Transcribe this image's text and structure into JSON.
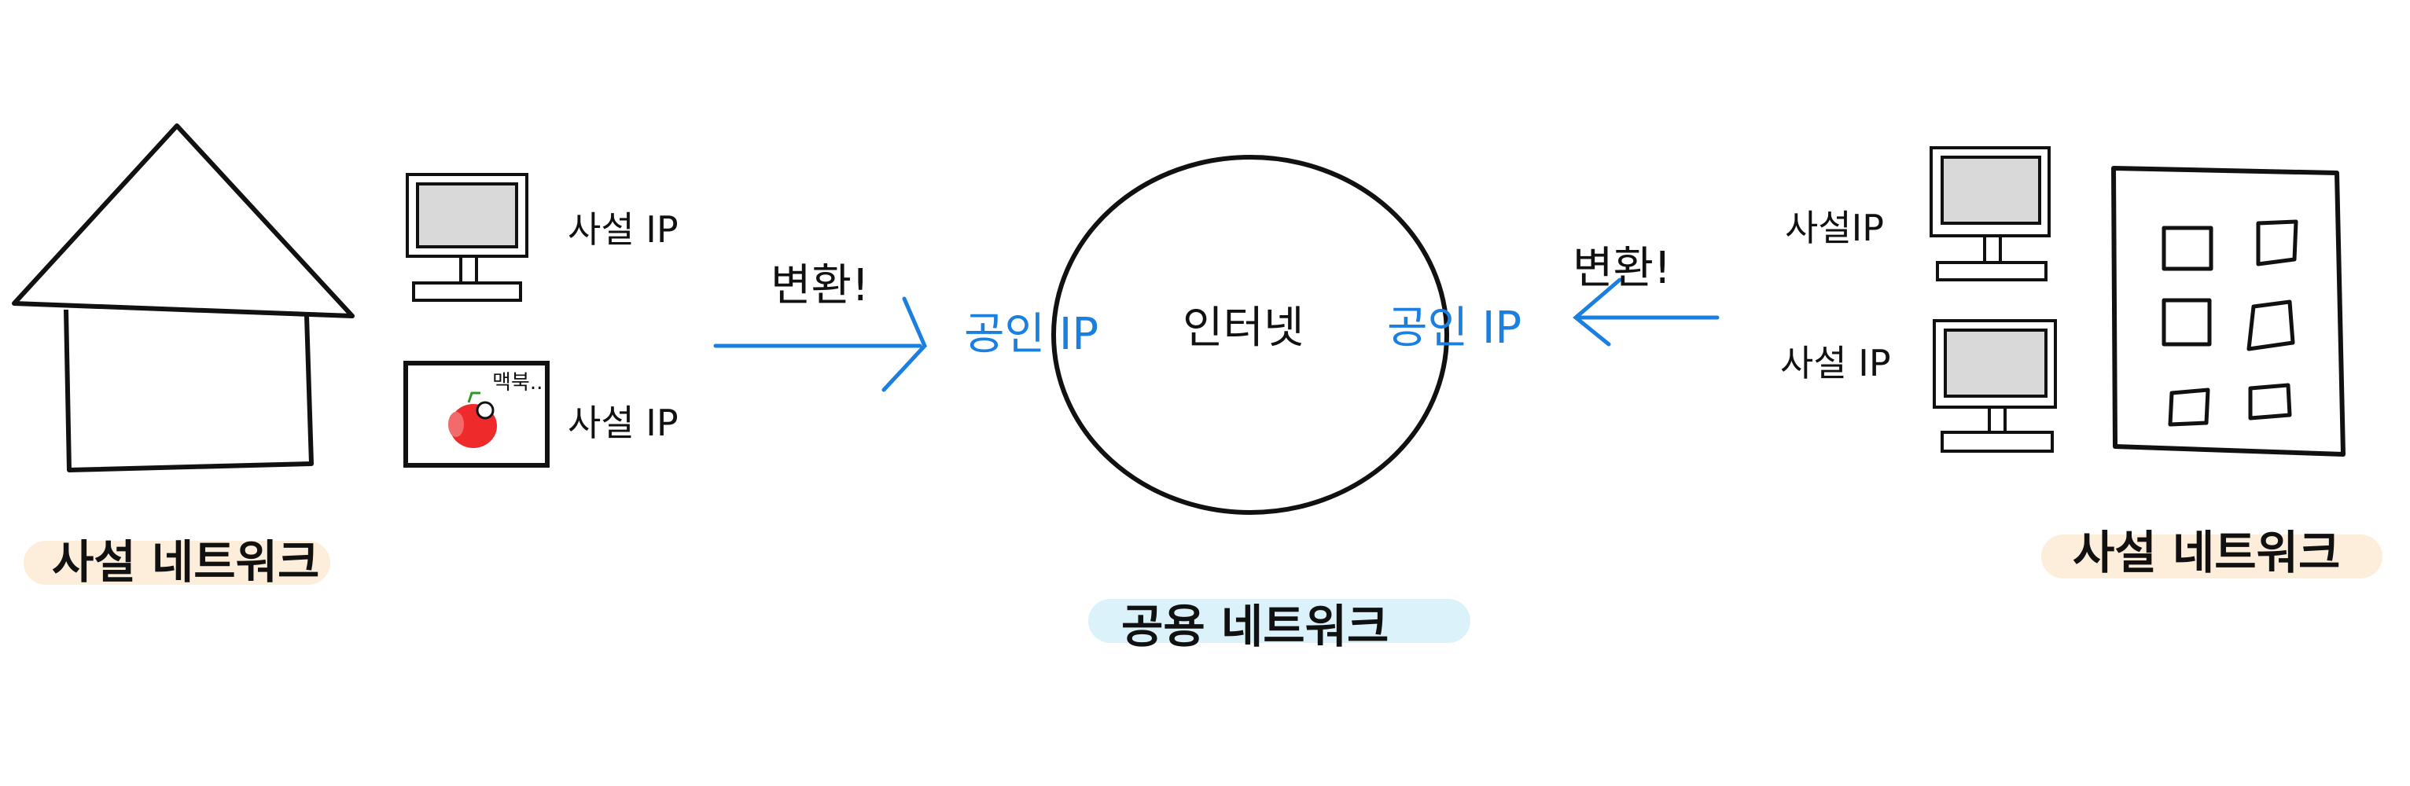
{
  "left": {
    "title": "사설 네트워크",
    "device1_label": "사설 IP",
    "device2_label": "사설 IP",
    "laptop_caption": "맥북..",
    "convert_label": "변환!"
  },
  "center": {
    "title": "공용 네트워크",
    "internet_label": "인터넷",
    "public_ip_left": "공인 IP",
    "public_ip_right": "공인 IP"
  },
  "right": {
    "title": "사설 네트워크",
    "device1_label": "사설IP",
    "device2_label": "사설 IP",
    "convert_label": "변환!"
  },
  "colors": {
    "stroke": "#111111",
    "accent_blue": "#1b7fe0",
    "monitor_screen": "#d9d9d9",
    "apple_red": "#ee2a2a",
    "highlight_orange": "#fdeedb",
    "highlight_blue": "#dcf2fb"
  }
}
